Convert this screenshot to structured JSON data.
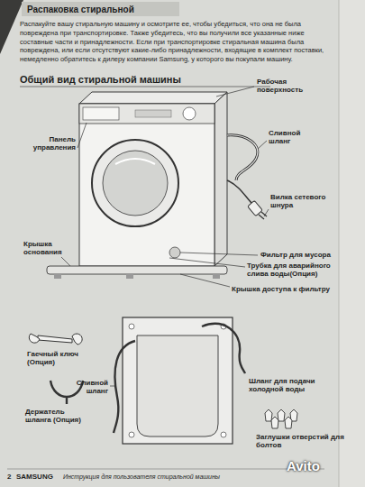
{
  "diagram": {
    "title": "Общий вид стиральной машины",
    "labels": [
      "Распаковка стиральной",
      "Распакуйте вашу стиральную машину и осмотрите ее, чтобы убедиться, что она не была повреждена при транспортировке. Также убедитесь, что вы получили все указанные ниже составные части и принадлежности. Если при транспортировке стиральная машина была повреждена, или если отсутствуют какие-либо принадлежности, входящие в комплект поставки, немедленно обратитесь к дилеру компании Samsung, у которого вы покупали машину.",
      "Рабочая поверхность",
      "Сливной шланг",
      "Панель управления",
      "Вилка сетевого шнура",
      "Крышка основания",
      "Фильтр для мусора",
      "Трубка для аварийного слива воды(Опция)",
      "Крышка доступа к фильтру",
      "Гаечный ключ (Опция)",
      "Сливной шланг",
      "Держатель шланга (Опция)",
      "Шланг для подачи холодной воды",
      "Заглушки отверстий для болтов",
      "2",
      "SAMSUNG",
      "Инструкция для пользователя стиральной машины",
      "Avito"
    ]
  }
}
